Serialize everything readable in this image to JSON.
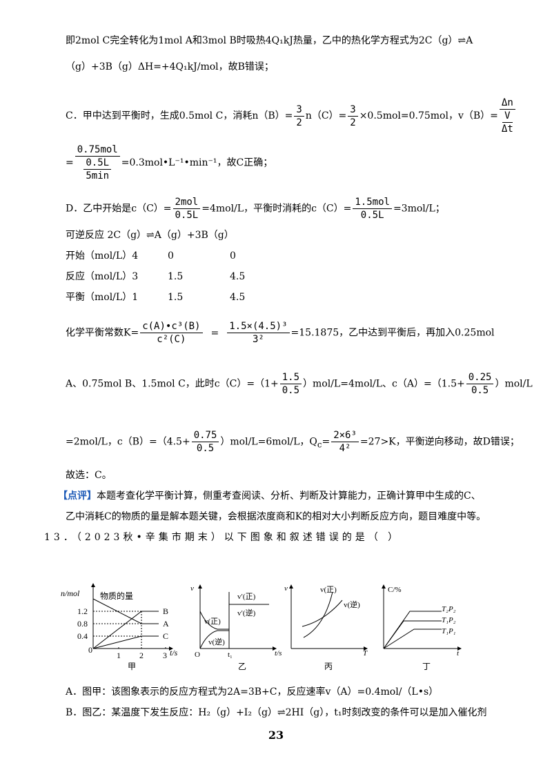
{
  "lines": {
    "l1": "即2mol C完全转化为1mol A和3mol B时吸热4Q₁kJ热量，乙中的热化学方程式为2C（g）⇌A",
    "l2": "（g）+3B（g）ΔH=+4Q₁kJ/mol，故B错误；",
    "l3a": "C．甲中达到平衡时，生成0.5mol C，消耗n（B）=",
    "l3b": "n（C）=",
    "l3c": "×0.5mol=0.75mol，v（B）=",
    "f32_num": "3",
    "f32_den": "2",
    "fdn_num": "Δn",
    "fdn_mid": "V",
    "fdn_den": "Δt",
    "l4_num1": "0.75mol",
    "l4_num2": "0.5L",
    "l4_den": "5min",
    "l4a": "=",
    "l4b": "=0.3mol•L⁻¹•min⁻¹，故C正确；",
    "l5a": "D．乙中开始是c（C）=",
    "f2mol_num": "2mol",
    "f2mol_den": "0.5L",
    "l5b": "=4mol/L，平衡时消耗的c（C）=",
    "f15_num": "1.5mol",
    "f15_den": "0.5L",
    "l5c": "=3mol/L；",
    "l6": "可逆反应 2C（g）⇌A（g）+3B（g）",
    "rows": [
      {
        "label": "开始（mol/L）4",
        "a": "0",
        "b": "0"
      },
      {
        "label": "反应（mol/L）3",
        "a": "1.5",
        "b": "4.5"
      },
      {
        "label": "平衡（mol/L）1",
        "a": "1.5",
        "b": "4.5"
      }
    ],
    "l10a": "化学平衡常数K=",
    "fk_num": "c(A)•c³(B)",
    "fk_den": "c²(C)",
    "l10b": "=",
    "fk2_num": "1.5×(4.5)³",
    "fk2_den": "3²",
    "l10c": "=15.1875，乙中达到平衡后，再加入0.25mol",
    "l11a": "A、0.75mol B、1.5mol C，此时c（C）=（1+",
    "f1505_num": "1.5",
    "f1505_den": "0.5",
    "l11b": "）mol/L=4mol/L、c（A）=（1.5+",
    "f025_num": "0.25",
    "f025_den": "0.5",
    "l11c": "）mol/L",
    "l12a": "=2mol/L，c（B）=（4.5+",
    "f075_num": "0.75",
    "f075_den": "0.5",
    "l12b": "）mol/L=6mol/L，Q",
    "l12sub": "c",
    "l12c": "=",
    "fq_num": "2×6³",
    "fq_den": "4²",
    "l12d": "=27>K，平衡逆向移动，故D错误；",
    "l13": "故选：C。",
    "l14tag": "【点评】",
    "l14": "本题考查化学平衡计算，侧重考查阅读、分析、判断及计算能力，正确计算甲中生成的C、",
    "l15": "乙中消耗C的物质的量是解本题关键，会根据浓度商和K的相对大小判断反应方向，题目难度中等。",
    "l16": "13．（2023秋•辛集市期末）以下图象和叙述错误的是（        ）",
    "optA": "A．图甲：该图象表示的反应方程式为2A=3B+C，反应速率v（A）=0.4mol/（L•s）",
    "optB": "B．图乙：某温度下发生反应：H₂（g）+I₂（g）⇌2HI（g），t₁时刻改变的条件可以是加入催化剂",
    "page": "23"
  },
  "figure": {
    "jia": {
      "ylabel": "n/mol",
      "title": "物质的量",
      "yticks": [
        "1.2",
        "0.8",
        "0.4"
      ],
      "xticks": [
        "0",
        "1",
        "2",
        "3"
      ],
      "xlabel": "t/s",
      "series": [
        "B",
        "A",
        "C"
      ],
      "caption": "甲"
    },
    "yi": {
      "ylabel": "v",
      "zhengp": "v′(正)",
      "nip": "v′(逆)",
      "zheng": "v(正)",
      "ni": "v(逆)",
      "origin": "O",
      "t1": "t₁",
      "xlabel": "t/s",
      "caption": "乙"
    },
    "bing": {
      "ylabel": "v",
      "zheng": "v(正)",
      "ni": "v(逆)",
      "xlabel": "T",
      "caption": "丙"
    },
    "ding": {
      "ylabel": "C/%",
      "s1": "T₂P₂",
      "s2": "T₁P₂",
      "s3": "T₁P₁",
      "xlabel": "t",
      "caption": "丁"
    }
  }
}
